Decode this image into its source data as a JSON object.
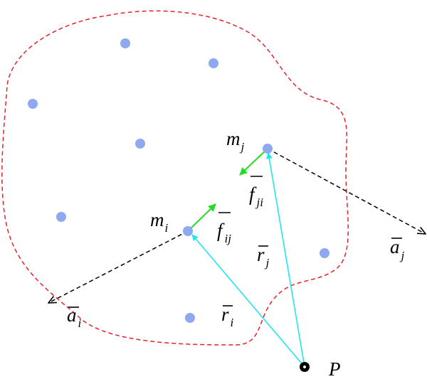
{
  "colors": {
    "boundary": "#e8212a",
    "particle": "#8ea9f0",
    "position_vector": "#22e6ee",
    "force_vector": "#22dd22",
    "acceleration_vector": "#000000",
    "origin": "#000000"
  },
  "labels": {
    "m_i": {
      "base": "m",
      "sub": "i"
    },
    "m_j": {
      "base": "m",
      "sub": "j"
    },
    "f_ij": {
      "base": "f",
      "sub": "ij"
    },
    "f_ji": {
      "base": "f",
      "sub": "ji"
    },
    "r_i": {
      "base": "r",
      "sub": "i"
    },
    "r_j": {
      "base": "r",
      "sub": "j"
    },
    "a_i": {
      "base": "a",
      "sub": "i"
    },
    "a_j": {
      "base": "a",
      "sub": "j"
    },
    "origin": "P"
  }
}
